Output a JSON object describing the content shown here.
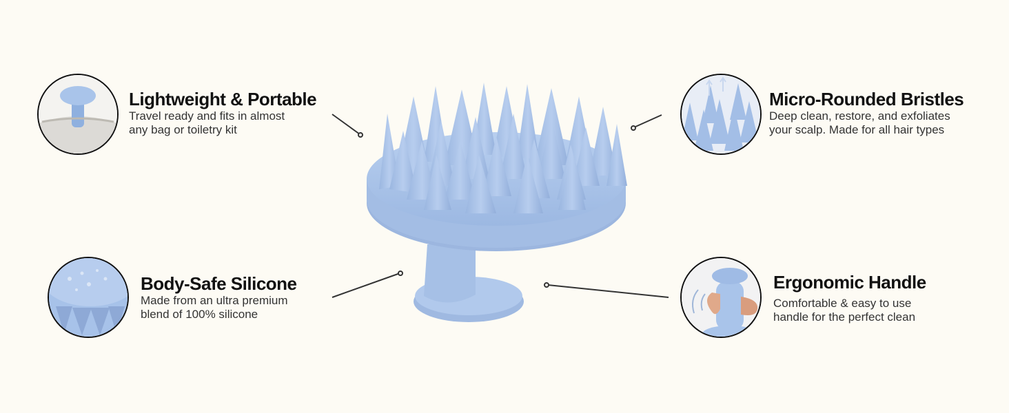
{
  "colors": {
    "background": "#fdfbf4",
    "silicone": "#a9c4ea",
    "silicone_shadow": "#8fabd6",
    "line": "#333333"
  },
  "features": [
    {
      "title": "Lightweight & Portable",
      "desc_line1": "Travel ready and fits in almost",
      "desc_line2": "any bag or toiletry kit",
      "icon": "portable-pouch-icon"
    },
    {
      "title": "Micro-Rounded Bristles",
      "desc_line1": "Deep clean, restore, and exfoliates",
      "desc_line2": "your scalp. Made for all hair types",
      "icon": "bristles-closeup-icon"
    },
    {
      "title": "Body-Safe Silicone",
      "desc_line1": "Made from an ultra premium",
      "desc_line2": "blend of 100% silicone",
      "icon": "silicone-drop-icon"
    },
    {
      "title": "Ergonomic Handle",
      "desc_line1": "Comfortable & easy to use",
      "desc_line2": "handle for the perfect clean",
      "icon": "hand-grip-icon"
    }
  ]
}
